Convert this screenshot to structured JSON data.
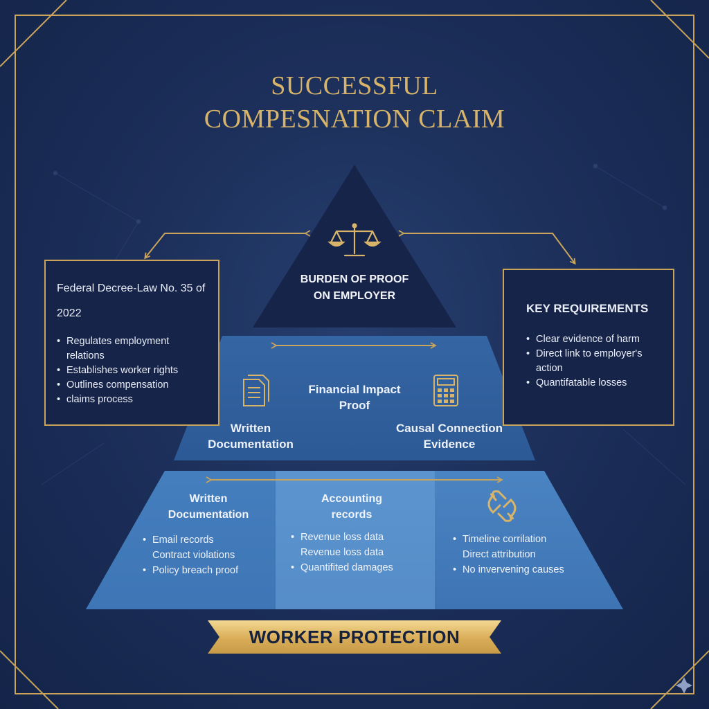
{
  "title": {
    "line1": "SUCCESSFUL",
    "line2": "COMPESNATION CLAIM"
  },
  "left_box": {
    "heading_line1": "Federal Decree-Law No. 35 of",
    "heading_line2": "2022",
    "items": [
      "Regulates employment relations",
      "Establishes worker rights",
      "Outlines compensation",
      "claims process"
    ]
  },
  "right_box": {
    "heading": "KEY REQUIREMENTS",
    "items": [
      "Clear evidence of harm",
      "Direct link to employer's action",
      "Quantifatable losses"
    ]
  },
  "pyramid": {
    "top": {
      "line1": "BURDEN OF PROOF",
      "line2": "ON EMPLOYER",
      "icon": "scales-icon"
    },
    "middle": {
      "center_line1": "Financial Impact",
      "center_line2": "Proof",
      "left_line1": "Written",
      "left_line2": "Documentation",
      "right_line1": "Causal Connection",
      "right_line2": "Evidence",
      "left_icon": "document-icon",
      "right_icon": "calculator-icon"
    },
    "bottom": {
      "col1": {
        "heading_line1": "Written",
        "heading_line2": "Documentation",
        "items": [
          "Email records",
          "Contract violations",
          "Policy breach proof"
        ]
      },
      "col2": {
        "heading_line1": "Accounting",
        "heading_line2": "records",
        "items": [
          "Revenue loss data",
          "Revenue loss data",
          "Quantifited damages"
        ]
      },
      "col3": {
        "icon": "broken-link-icon",
        "items": [
          "Timeline corrilation",
          "Direct attribution",
          "No invervening causes"
        ]
      }
    }
  },
  "banner": "WORKER PROTECTION",
  "colors": {
    "background": "#1c2f5a",
    "gold": "#c9a45a",
    "tier_top": "#17244a",
    "tier_middle": "#2f5d9a",
    "tier_bottom": "#4d86c4"
  }
}
